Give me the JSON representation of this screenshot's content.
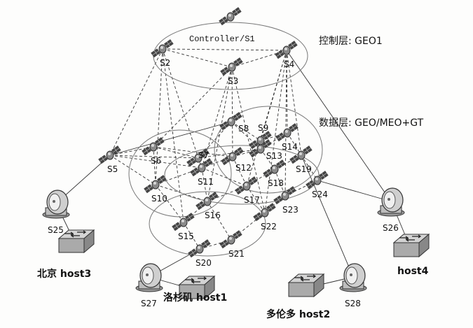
{
  "diagram": {
    "controller_label": "Controller/S1",
    "control_layer": "控制层: GEO1",
    "data_layer": "数据层: GEO/MEO+GT",
    "satellites": [
      {
        "id": "S2",
        "label": "S2"
      },
      {
        "id": "S3",
        "label": "S3"
      },
      {
        "id": "S4",
        "label": "S4"
      },
      {
        "id": "S5",
        "label": "S5"
      },
      {
        "id": "S6",
        "label": "S6"
      },
      {
        "id": "S7",
        "label": "S7"
      },
      {
        "id": "S8",
        "label": "S8"
      },
      {
        "id": "S9",
        "label": "S9"
      },
      {
        "id": "S10",
        "label": "S10"
      },
      {
        "id": "S11",
        "label": "S11"
      },
      {
        "id": "S12",
        "label": "S12"
      },
      {
        "id": "S13",
        "label": "S13"
      },
      {
        "id": "S14",
        "label": "S14"
      },
      {
        "id": "S15",
        "label": "S15"
      },
      {
        "id": "S16",
        "label": "S16"
      },
      {
        "id": "S17",
        "label": "S17"
      },
      {
        "id": "S18",
        "label": "S18"
      },
      {
        "id": "S19",
        "label": "S19"
      },
      {
        "id": "S20",
        "label": "S20"
      },
      {
        "id": "S21",
        "label": "S21"
      },
      {
        "id": "S22",
        "label": "S22"
      },
      {
        "id": "S23",
        "label": "S23"
      },
      {
        "id": "S24",
        "label": "S24"
      }
    ],
    "ground_stations": [
      {
        "id": "S25",
        "label": "S25"
      },
      {
        "id": "S26",
        "label": "S26"
      },
      {
        "id": "S27",
        "label": "S27"
      },
      {
        "id": "S28",
        "label": "S28"
      }
    ],
    "hosts": [
      {
        "id": "host3",
        "label": "北京 host3"
      },
      {
        "id": "host4",
        "label": "host4"
      },
      {
        "id": "host1",
        "label": "洛杉矶 host1"
      },
      {
        "id": "host2",
        "label": "多伦多 host2"
      }
    ]
  }
}
